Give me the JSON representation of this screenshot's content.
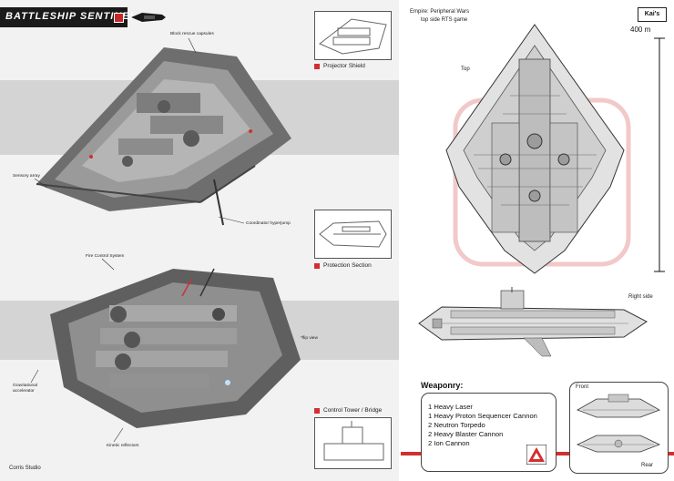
{
  "title": "BATTLESHIP SENTINEL",
  "left_callouts": {
    "block_rescue": "Block rescue capsules",
    "sensory_array": "Sensory array",
    "coordinator": "Coordinator hyperjump",
    "fire_control": "Fire Control System",
    "flip_view": "*flip view",
    "gravitational": "Gravitational accelerator",
    "kinetic": "Kinetic reflectors"
  },
  "panels": [
    {
      "label": "Projector Shield"
    },
    {
      "label": "Protection Section"
    },
    {
      "label": "Control Tower / Bridge"
    }
  ],
  "studio": "Corris Studio",
  "empire_line1": "Empire: Peripheral Wars",
  "empire_line2": "top side RTS game",
  "logo_text": "Kai's",
  "scale_label": "400 m",
  "view_top": "Top",
  "view_right": "Right side",
  "view_front": "Front",
  "view_rear": "Rear",
  "weaponry_title": "Weaponry:",
  "weapons": [
    "1 Heavy Laser",
    "1 Heavy Proton Sequencer Cannon",
    "2 Neutron Torpedo",
    "2 Heavy Blaster Cannon",
    "2 Ion Cannon"
  ],
  "colors": {
    "accent": "#d32f2f",
    "dark": "#1a1a1a",
    "hull": "#8a8a8a"
  }
}
